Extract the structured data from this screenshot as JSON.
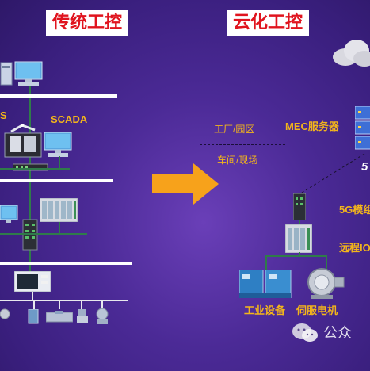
{
  "titles": {
    "left": "传统工控",
    "right": "云化工控"
  },
  "labels": {
    "left_partial": "S",
    "scada": "SCADA",
    "factory_park": "工厂/园区",
    "workshop_site": "车间/现场",
    "mec_server": "MEC服务器",
    "five_g_partial": "5",
    "five_g_module_partial": "5G模组",
    "remote_io_partial": "远程IO",
    "industrial_equipment": "工业设备",
    "servo_motor": "伺服电机"
  },
  "watermark": "公众",
  "colors": {
    "title_red": "#e0141e",
    "label_gold": "#f3b51b",
    "arrow_orange": "#f7a21b",
    "network_green": "#2f7b4a",
    "background": "#4b2a96"
  },
  "icons": [
    "computer-icon",
    "robot-arm-icon",
    "network-switch-icon",
    "plc-rack-icon",
    "cloud-icon",
    "server-icon",
    "valve-icon",
    "motor-icon",
    "wechat-icon"
  ]
}
